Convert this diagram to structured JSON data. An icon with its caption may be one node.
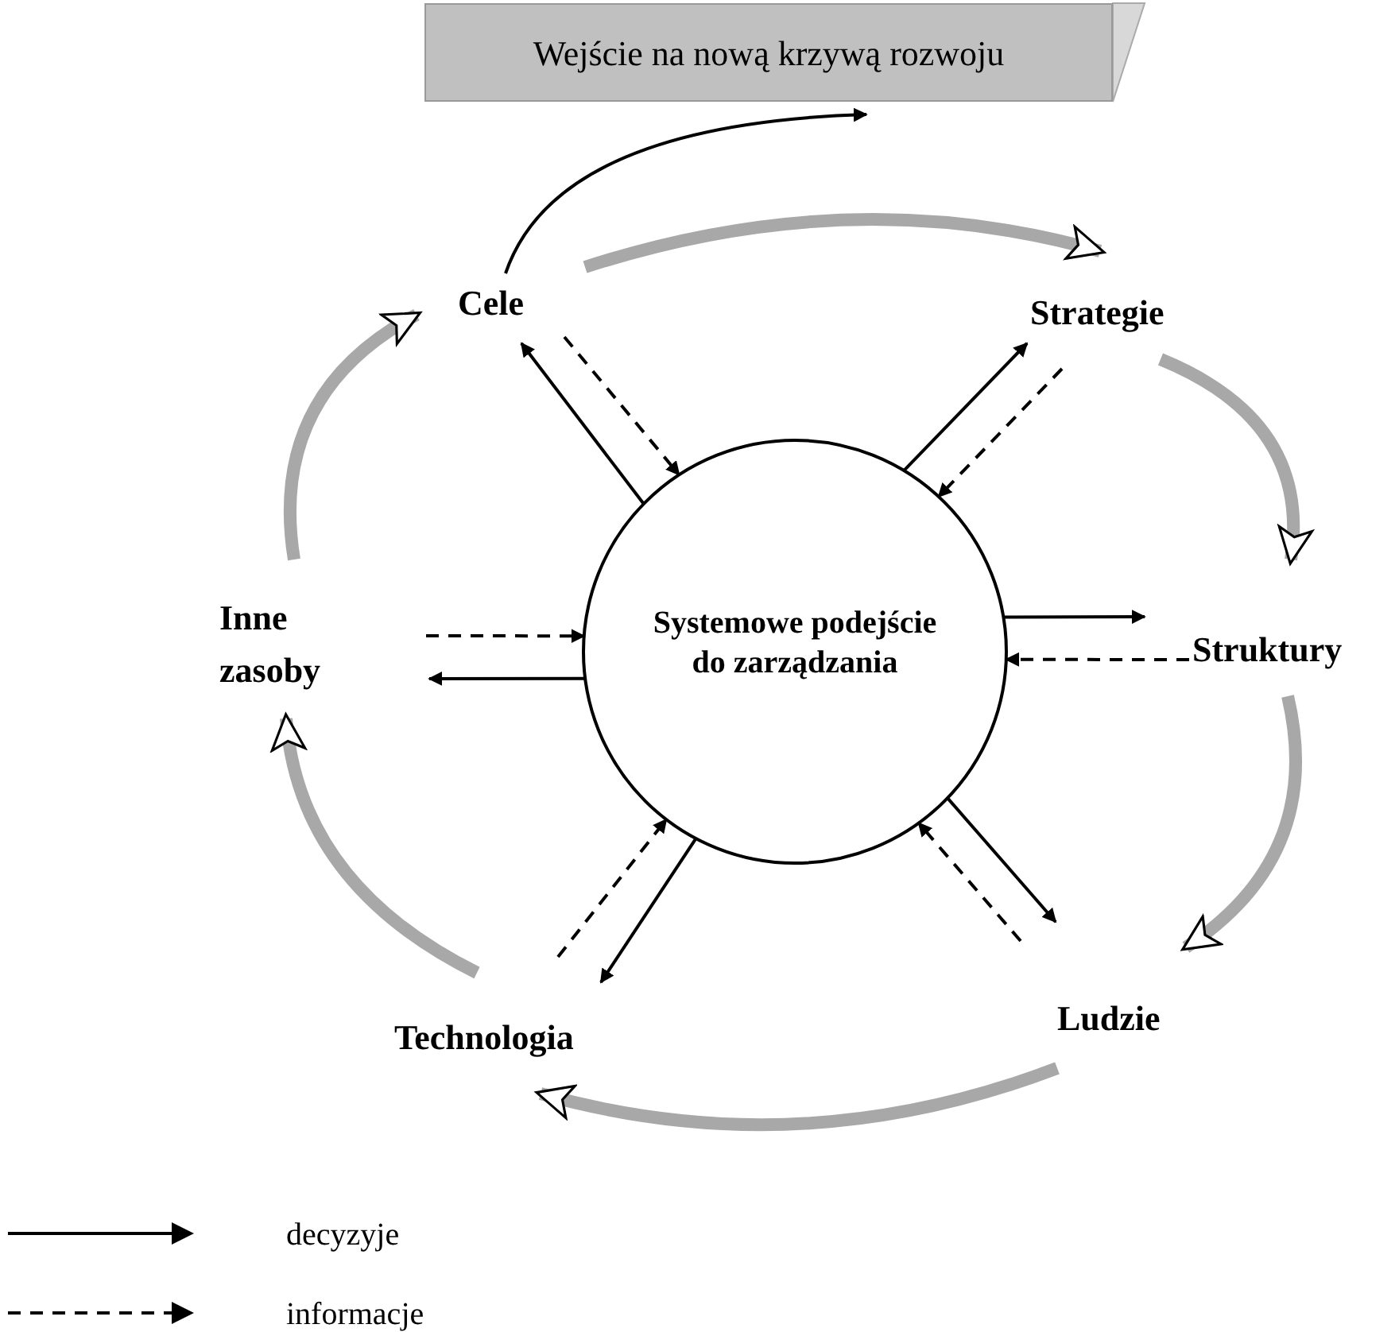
{
  "diagram": {
    "nodes": [
      {
        "text": [
          "Wejście na nową krzywą rozwoju"
        ]
      },
      {
        "text": [
          "Cele"
        ]
      },
      {
        "text": [
          "Strategie"
        ]
      },
      {
        "text": [
          "Struktury"
        ]
      },
      {
        "text": [
          "Ludzie"
        ]
      },
      {
        "text": [
          "Technologia"
        ]
      },
      {
        "text": [
          "Inne zasoby"
        ]
      },
      {
        "text": [
          "Systemowe podejście do zarządzania"
        ]
      }
    ],
    "edges": [
      {
        "from": 7,
        "to": 1,
        "arrow": "to"
      },
      {
        "from": 1,
        "to": 7,
        "arrow": "to",
        "style": "dashed"
      },
      {
        "from": 7,
        "to": 2,
        "arrow": "to"
      },
      {
        "from": 2,
        "to": 7,
        "arrow": "to",
        "style": "dashed"
      },
      {
        "from": 7,
        "to": 3,
        "arrow": "to"
      },
      {
        "from": 3,
        "to": 7,
        "arrow": "to",
        "style": "dashed"
      },
      {
        "from": 7,
        "to": 4,
        "arrow": "to"
      },
      {
        "from": 4,
        "to": 7,
        "arrow": "to",
        "style": "dashed"
      },
      {
        "from": 7,
        "to": 5,
        "arrow": "to"
      },
      {
        "from": 5,
        "to": 7,
        "arrow": "to",
        "style": "dashed"
      },
      {
        "from": 7,
        "to": 6,
        "arrow": "to"
      },
      {
        "from": 6,
        "to": 7,
        "arrow": "to",
        "style": "dashed"
      },
      {
        "from": 1,
        "to": 2,
        "arrow": "to",
        "style": "thick",
        "color": "#a8a8a8"
      },
      {
        "from": 2,
        "to": 3,
        "arrow": "to",
        "style": "thick",
        "color": "#a8a8a8"
      },
      {
        "from": 3,
        "to": 4,
        "arrow": "to",
        "style": "thick",
        "color": "#a8a8a8"
      },
      {
        "from": 4,
        "to": 5,
        "arrow": "to",
        "style": "thick",
        "color": "#a8a8a8"
      },
      {
        "from": 5,
        "to": 6,
        "arrow": "to",
        "style": "thick",
        "color": "#a8a8a8"
      },
      {
        "from": 6,
        "to": 1,
        "arrow": "to",
        "style": "thick",
        "color": "#a8a8a8"
      },
      {
        "from": 1,
        "to": 0,
        "arrow": "to"
      }
    ],
    "legend": [
      {
        "text": "decyzyje"
      },
      {
        "text": "informacje"
      }
    ]
  }
}
